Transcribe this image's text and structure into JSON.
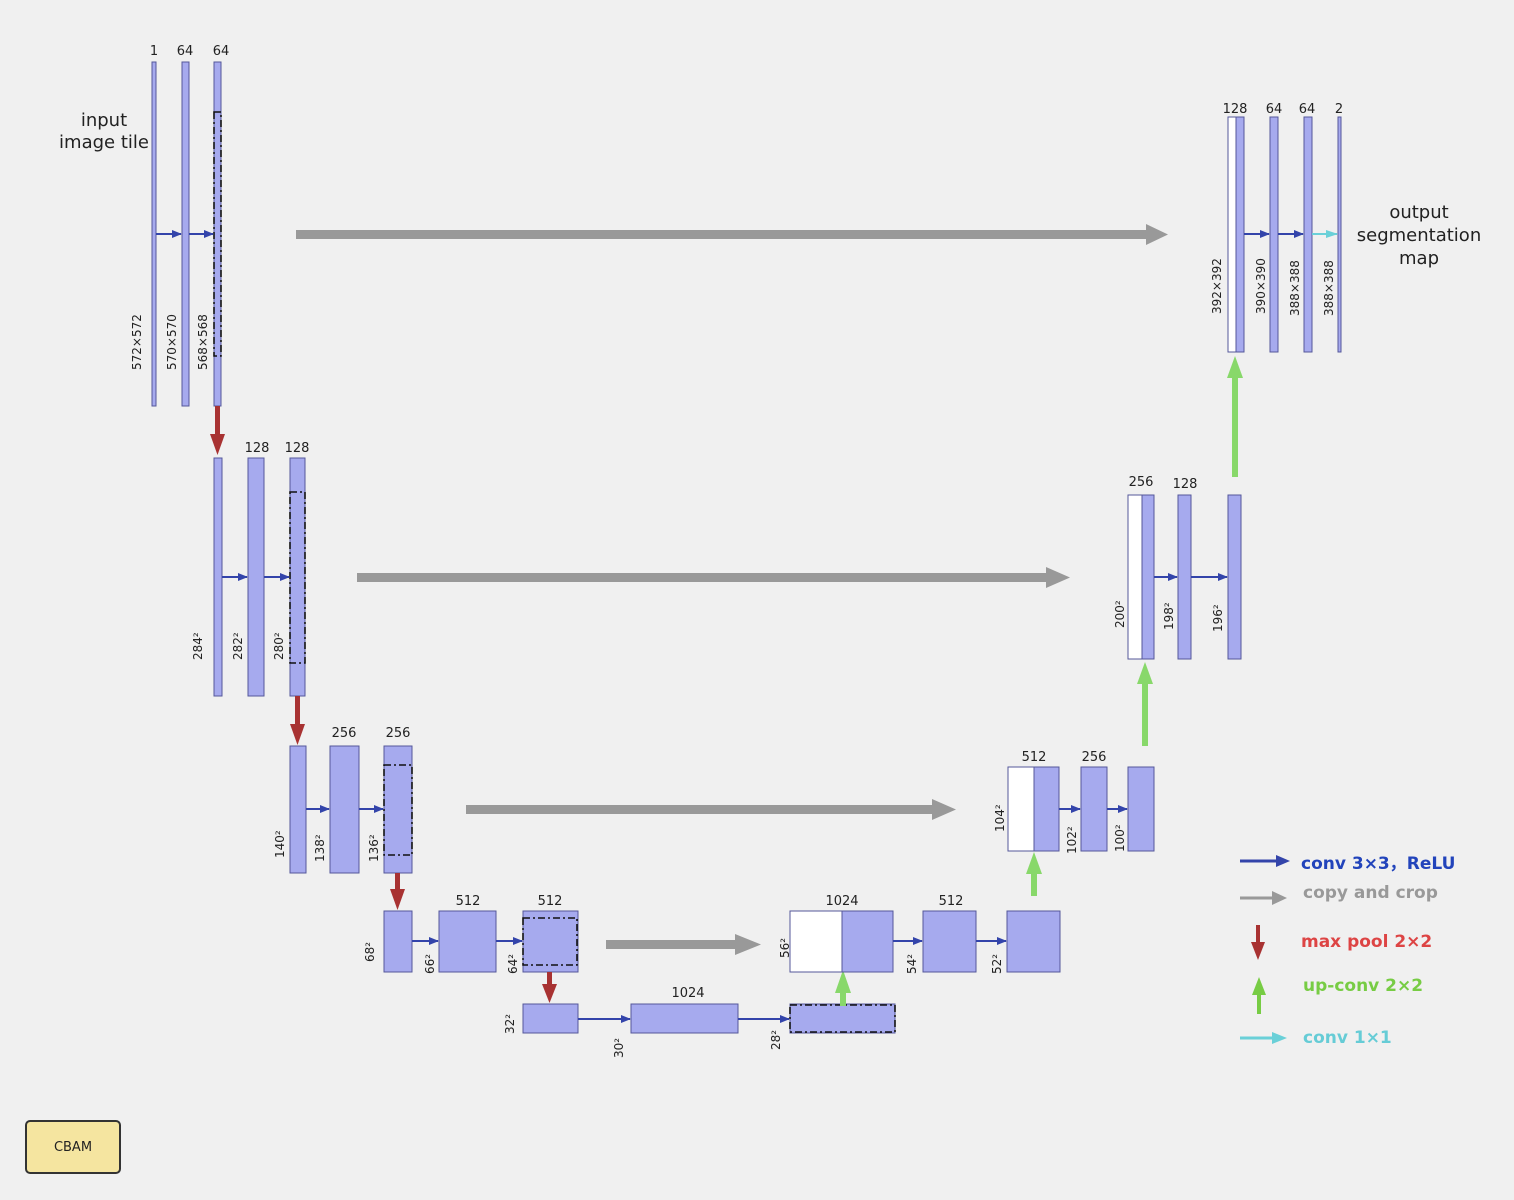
{
  "labels": {
    "input": [
      "input",
      "image tile"
    ],
    "output": [
      "output",
      "segmentation",
      "map"
    ]
  },
  "channels": {
    "l1": [
      "1",
      "64",
      "64"
    ],
    "l2": [
      "128",
      "128"
    ],
    "l3": [
      "256",
      "256"
    ],
    "l4": [
      "512",
      "512"
    ],
    "bottom": "1024",
    "u4": [
      "1024",
      "512"
    ],
    "u3": [
      "512",
      "256"
    ],
    "u2": [
      "256",
      "128"
    ],
    "u1": [
      "128",
      "64",
      "64",
      "2"
    ]
  },
  "sizes": {
    "l1": [
      "572×572",
      "570×570",
      "568×568"
    ],
    "l2": [
      "284²",
      "282²",
      "280²"
    ],
    "l3": [
      "140²",
      "138²",
      "136²"
    ],
    "l4": [
      "68²",
      "66²",
      "64²"
    ],
    "bottom": [
      "32²",
      "30²",
      "28²"
    ],
    "u4": [
      "56²",
      "54²",
      "52²"
    ],
    "u3": [
      "104²",
      "102²",
      "100²"
    ],
    "u2": [
      "200²",
      "198²",
      "196²"
    ],
    "u1": [
      "392×392",
      "390×390",
      "388×388",
      "388×388"
    ]
  },
  "legend": {
    "conv": "conv 3×3，ReLU",
    "copy": "copy and crop",
    "pool": "max pool 2×2",
    "upconv": "up-conv 2×2",
    "conv1": "conv 1×1"
  },
  "colors": {
    "feature": "#a6aaee",
    "conv": "#3344aa",
    "copy": "#999999",
    "pool": "#a83232",
    "upconv": "#88d86a",
    "conv1": "#6ad0d8",
    "conv_text": "#2244bb",
    "copy_text": "#999999",
    "pool_text": "#dd4444",
    "upconv_text": "#77cc44",
    "conv1_text": "#66ccd6"
  },
  "cbam_label": "CBAM"
}
